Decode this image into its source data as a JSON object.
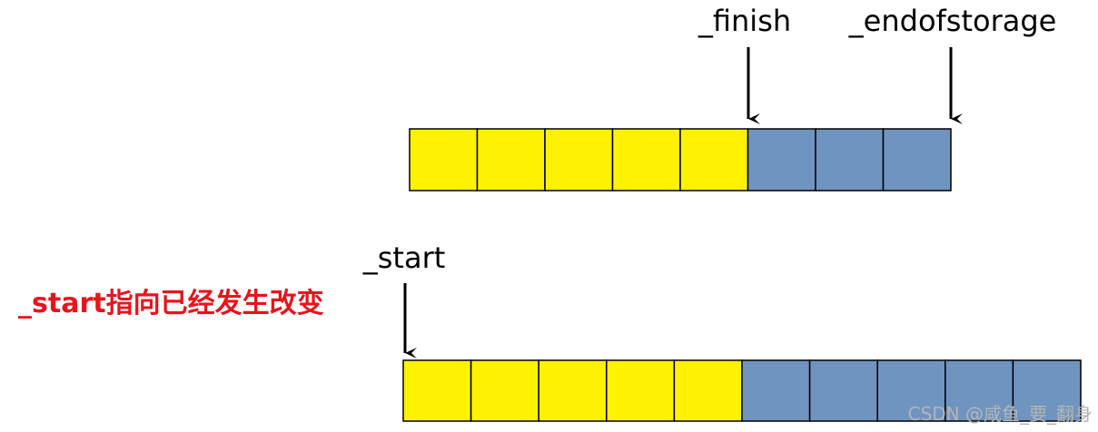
{
  "colors": {
    "used": "#fff200",
    "free": "#7094c0",
    "border": "#000000",
    "note": "#e8141c",
    "watermark": "#b4b4b4"
  },
  "top_array": {
    "used_cells": 5,
    "total_cells": 8,
    "pointers": [
      {
        "label": "_finish",
        "cell_boundary": 5
      },
      {
        "label": "_endofstorage",
        "cell_boundary": 8
      }
    ]
  },
  "bottom_array": {
    "used_cells": 5,
    "total_cells": 10,
    "pointers": [
      {
        "label": "_start",
        "cell_boundary": 0
      }
    ]
  },
  "note": "_start指向已经发生改变",
  "watermark": "CSDN @咸鱼_要_翻身"
}
